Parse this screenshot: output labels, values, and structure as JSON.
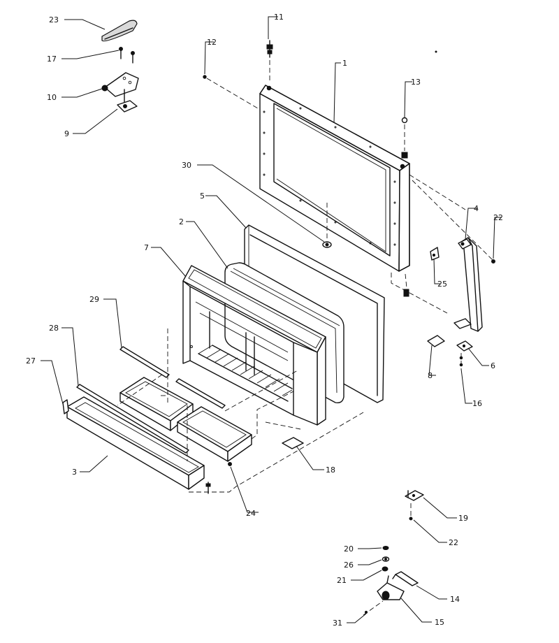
{
  "labels": {
    "l1": "1",
    "l2": "2",
    "l3": "3",
    "l4": "4",
    "l5": "5",
    "l6": "6",
    "l7": "7",
    "l8": "8",
    "l9": "9",
    "l10": "10",
    "l11": "11",
    "l12": "12",
    "l13": "13",
    "l14": "14",
    "l15": "15",
    "l16": "16",
    "l17": "17",
    "l18": "18",
    "l19": "19",
    "l20": "20",
    "l21": "21",
    "l22a": "22",
    "l22b": "22",
    "l23": "23",
    "l24": "24",
    "l25": "25",
    "l26": "26",
    "l27": "27",
    "l28": "28",
    "l29": "29",
    "l30": "30",
    "l31": "31"
  }
}
